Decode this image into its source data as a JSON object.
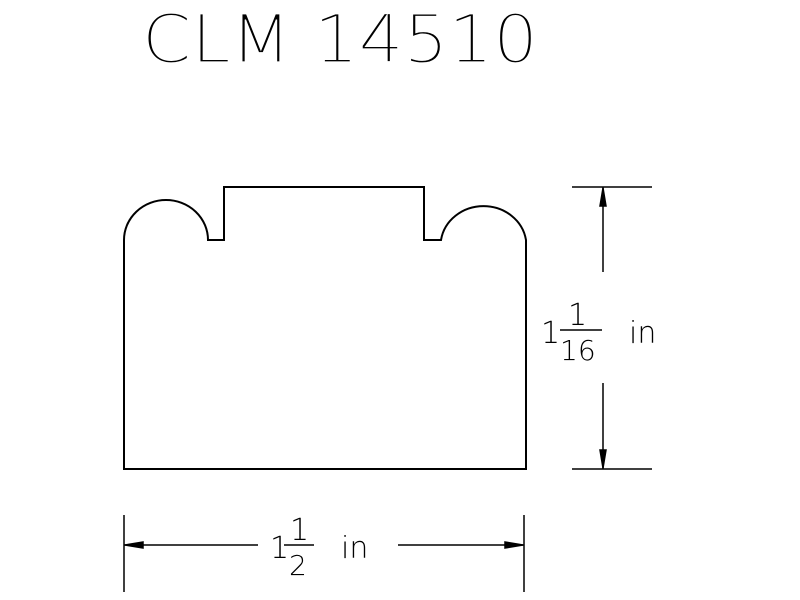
{
  "title": "CLM 14510",
  "dimensions": {
    "height": {
      "whole": "1",
      "numerator": "1",
      "denominator": "16",
      "unit": "in"
    },
    "width": {
      "whole": "1",
      "numerator": "1",
      "denominator": "2",
      "unit": "in"
    }
  },
  "colors": {
    "line": "#000000",
    "background": "#ffffff"
  }
}
